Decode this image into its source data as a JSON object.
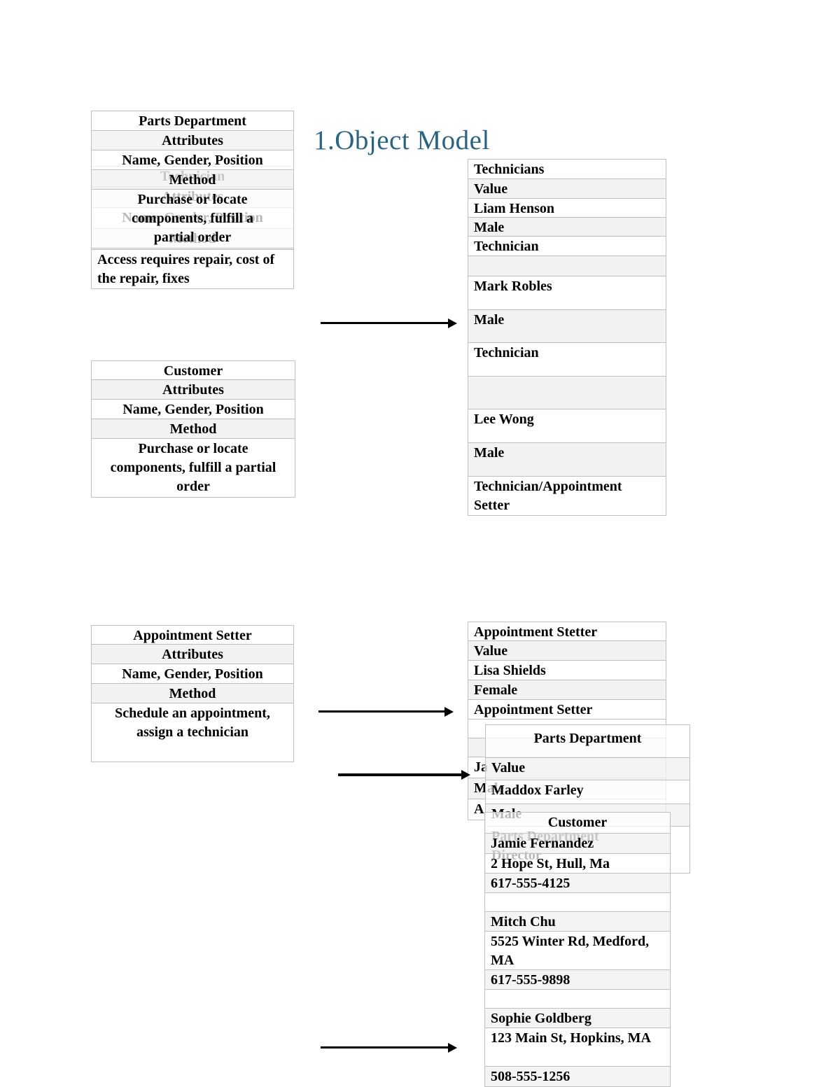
{
  "title": "1.Object Model",
  "colors": {
    "title_accent": "#2b6382",
    "row_gray": "#f2f2f2",
    "table_border": "#c0c0c0",
    "arrow": "#000000"
  },
  "class_tables": {
    "parts_department": {
      "title": "Parts Department",
      "attributes_label": "Attributes",
      "attributes": "Name, Gender, Position",
      "method_label": "Method",
      "method": "Purchase or locate components, fulfill a partial order"
    },
    "technician": {
      "title": "Technician",
      "attributes_label": "Attributes",
      "attributes": "Name, Gender, Position",
      "method_label": "Method",
      "method": "Access requires repair, cost of the repair, fixes"
    },
    "customer": {
      "title": "Customer",
      "attributes_label": "Attributes",
      "attributes": "Name, Gender, Position",
      "method_label": "Method",
      "method": "Purchase or locate components, fulfill a partial order"
    },
    "appointment_setter": {
      "title": "Appointment Setter",
      "attributes_label": "Attributes",
      "attributes": "Name, Gender, Position",
      "method_label": "Method",
      "method": "Schedule an appointment, assign a technician"
    }
  },
  "instance_tables": {
    "technicians": {
      "title": "Technicians",
      "rows": [
        "Value",
        "Liam Henson",
        "Male",
        "Technician",
        "",
        "Mark Robles",
        "Male",
        "Technician",
        "",
        "Lee Wong",
        "Male",
        "Technician/Appointment Setter"
      ]
    },
    "appointment_stetter": {
      "title": "Appointment Stetter",
      "rows": [
        "Value",
        "Lisa Shields",
        "Female",
        "Appointment Setter",
        "",
        "",
        "Ja",
        "Male",
        "A"
      ]
    },
    "parts_department": {
      "title": "Parts Department",
      "rows": [
        "Value",
        "Maddox Farley",
        "Male",
        "Parts Department Director"
      ]
    },
    "customers": {
      "title": "Customer",
      "rows": [
        "Jamie Fernandez",
        "2 Hope St, Hull, Ma",
        "617-555-4125",
        "",
        "Mitch Chu",
        "5525 Winter Rd, Medford, MA",
        "617-555-9898",
        "",
        "Sophie Goldberg",
        "123 Main St, Hopkins, MA",
        "508-555-1256"
      ]
    }
  }
}
